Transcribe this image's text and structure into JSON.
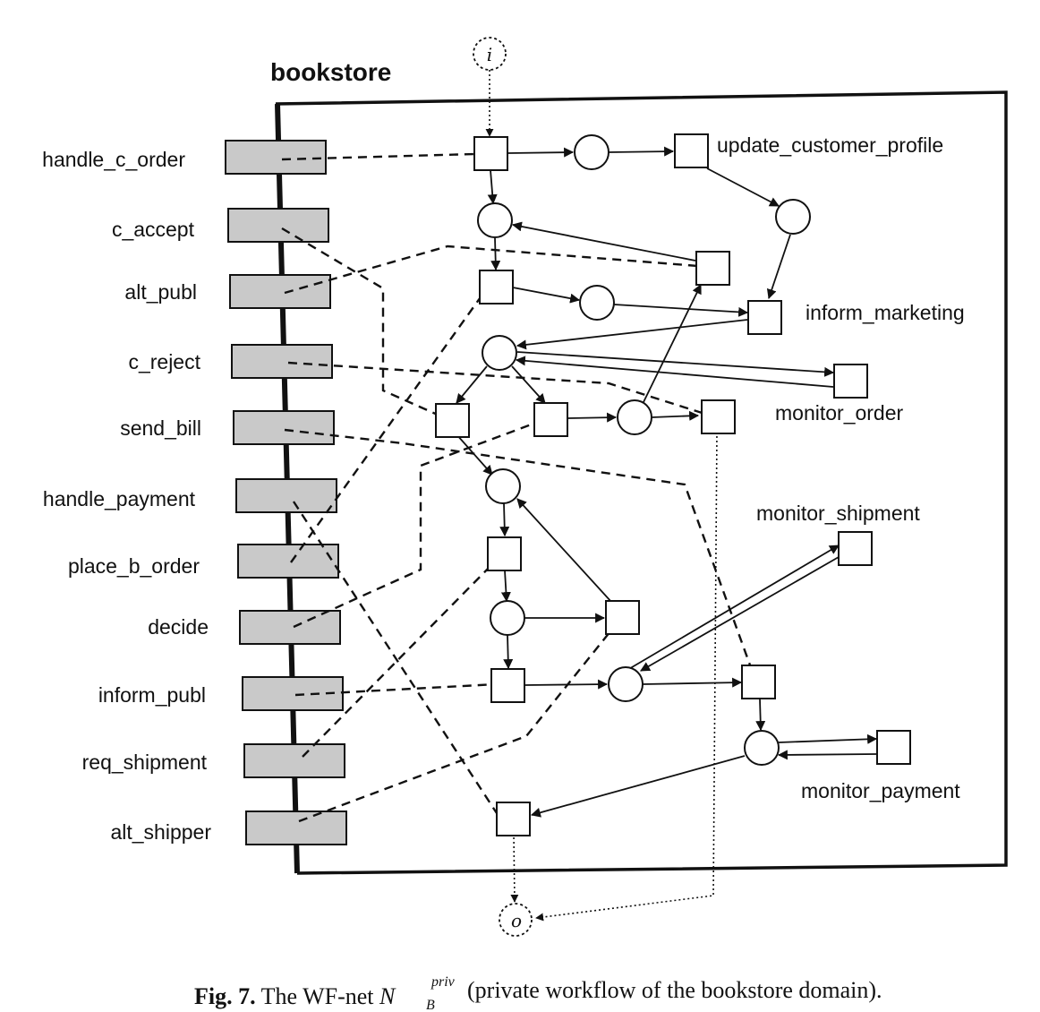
{
  "title": "bookstore",
  "start_place_label": "i",
  "end_place_label": "o",
  "interface_labels": [
    "handle_c_order",
    "c_accept",
    "alt_publ",
    "c_reject",
    "send_bill",
    "handle_payment",
    "place_b_order",
    "decide",
    "inform_publ",
    "req_shipment",
    "alt_shipper"
  ],
  "transition_labels": {
    "update_customer_profile": "update_customer_profile",
    "inform_marketing": "inform_marketing",
    "monitor_order": "monitor_order",
    "monitor_shipment": "monitor_shipment",
    "monitor_payment": "monitor_payment"
  },
  "caption": {
    "fig": "Fig. 7.",
    "pre": " The WF-net ",
    "symbol": "N",
    "subscript": "B",
    "superscript": "priv",
    "post": " (private workflow of the bookstore domain)."
  }
}
